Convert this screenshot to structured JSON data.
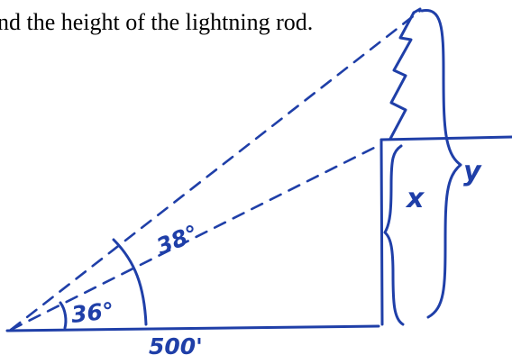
{
  "problem": {
    "instruction_text": "nd the height of the lightning rod."
  },
  "diagram": {
    "ink_color": "#1f3fa8",
    "upper_angle_label": "38°",
    "lower_angle_label": "36°",
    "base_length_label": "500'",
    "building_height_label": "x",
    "total_height_label": "y"
  }
}
